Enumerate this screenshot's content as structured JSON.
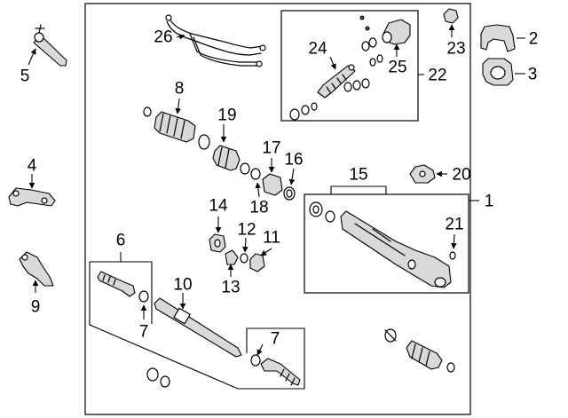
{
  "callouts": {
    "c1": "1",
    "c2": "2",
    "c3": "3",
    "c4": "4",
    "c5": "5",
    "c6": "6",
    "c7a": "7",
    "c7b": "7",
    "c8": "8",
    "c9": "9",
    "c10": "10",
    "c11": "11",
    "c12": "12",
    "c13": "13",
    "c14": "14",
    "c15": "15",
    "c16": "16",
    "c17": "17",
    "c18": "18",
    "c19": "19",
    "c20": "20",
    "c21": "21",
    "c22": "22",
    "c23": "23",
    "c24": "24",
    "c25": "25",
    "c26": "26"
  },
  "colors": {
    "line": "#000000",
    "background": "#ffffff",
    "part_shade": "#d9d9d9"
  }
}
